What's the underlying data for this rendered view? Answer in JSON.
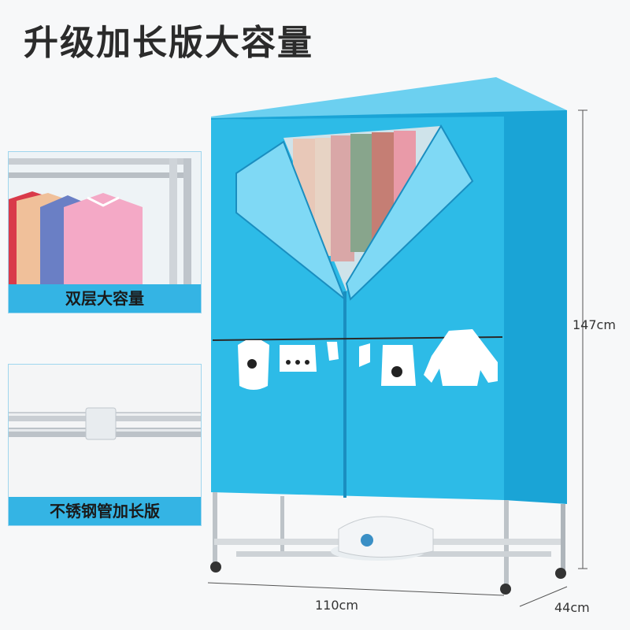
{
  "title": "升级加长版大容量",
  "panels": [
    {
      "caption": "双层大容量"
    },
    {
      "caption": "不锈钢管加长版"
    }
  ],
  "dimensions": {
    "height": "147cm",
    "width": "110cm",
    "depth": "44cm"
  },
  "colors": {
    "cover": "#2dbbe7",
    "cover_dark": "#1aa4d6",
    "accent": "#34b4e4"
  }
}
